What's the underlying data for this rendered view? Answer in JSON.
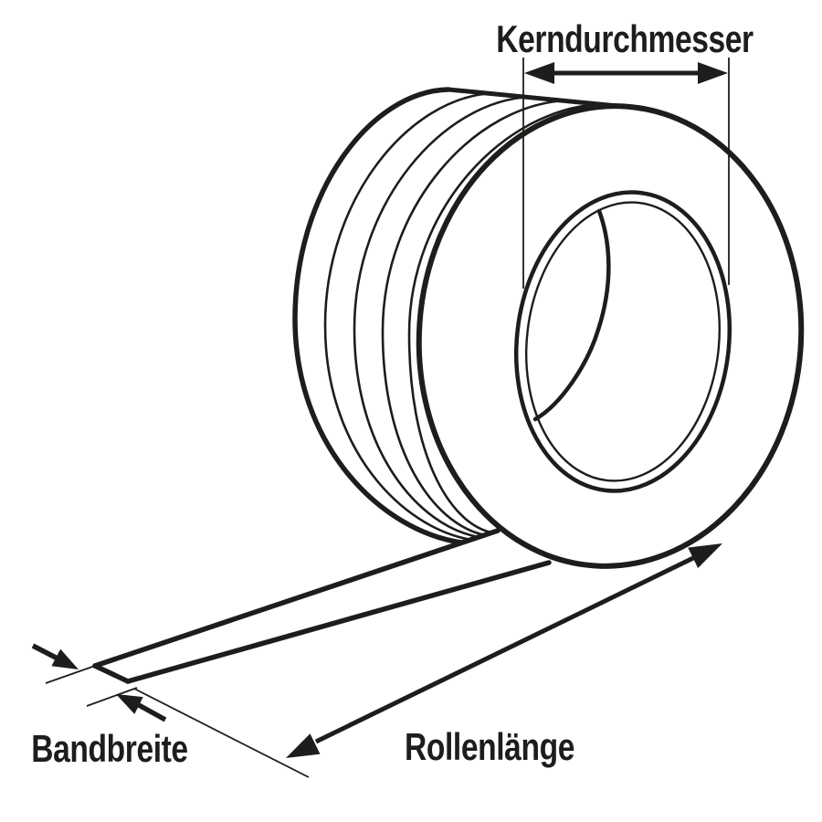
{
  "diagram": {
    "type": "technical-line-drawing",
    "subject": "tape roll with dimension annotations",
    "labels": {
      "core_diameter": "Kerndurchmesser",
      "tape_width": "Bandbreite",
      "roll_length": "Rollenlänge"
    },
    "colors": {
      "ink": "#1d1d1b",
      "background": "#ffffff"
    }
  }
}
